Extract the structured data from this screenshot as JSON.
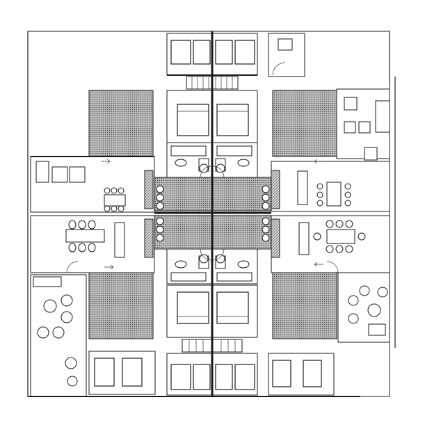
{
  "drawing": {
    "type": "architectural-floor-plan",
    "symmetry": "four-fold",
    "units_shown": 4,
    "colors": {
      "ink": "#1a1a1a",
      "paper": "#ffffff",
      "hatch": "#8c8c8c"
    },
    "icons": [
      "bed-icon",
      "table-icon",
      "chair-icon",
      "armchair-icon",
      "toilet-icon",
      "sink-icon",
      "bathtub-icon",
      "stair-icon",
      "door-swing-icon",
      "arrow-icon"
    ]
  }
}
